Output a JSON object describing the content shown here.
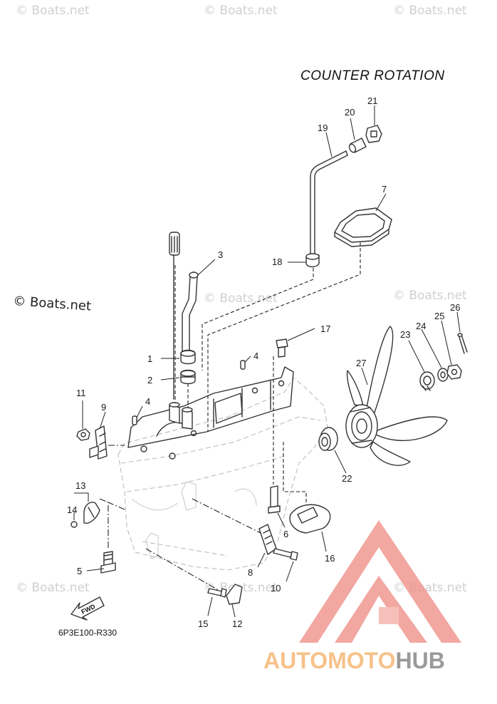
{
  "diagram": {
    "heading": "COUNTER ROTATION",
    "drawing_code": "6P3E100-R330",
    "fwd_label": "FWD",
    "watermark_small": "© Boats.net",
    "watermark_large": "© Boats.net",
    "brand_logo": {
      "text_primary": "AUTOMOTO",
      "text_secondary": "HUB",
      "color_primary": "#f6c28a",
      "color_secondary": "#9a9a9a",
      "triangle_color": "#f0928a"
    },
    "callouts": [
      {
        "id": "1",
        "label": "1"
      },
      {
        "id": "2",
        "label": "2"
      },
      {
        "id": "3",
        "label": "3"
      },
      {
        "id": "4a",
        "label": "4"
      },
      {
        "id": "4b",
        "label": "4"
      },
      {
        "id": "5",
        "label": "5"
      },
      {
        "id": "6",
        "label": "6"
      },
      {
        "id": "7",
        "label": "7"
      },
      {
        "id": "8",
        "label": "8"
      },
      {
        "id": "9",
        "label": "9"
      },
      {
        "id": "10",
        "label": "10"
      },
      {
        "id": "11",
        "label": "11"
      },
      {
        "id": "12",
        "label": "12"
      },
      {
        "id": "13",
        "label": "13"
      },
      {
        "id": "14",
        "label": "14"
      },
      {
        "id": "15",
        "label": "15"
      },
      {
        "id": "16",
        "label": "16"
      },
      {
        "id": "17",
        "label": "17"
      },
      {
        "id": "18",
        "label": "18"
      },
      {
        "id": "19",
        "label": "19"
      },
      {
        "id": "20",
        "label": "20"
      },
      {
        "id": "21",
        "label": "21"
      },
      {
        "id": "22",
        "label": "22"
      },
      {
        "id": "23",
        "label": "23"
      },
      {
        "id": "24",
        "label": "24"
      },
      {
        "id": "25",
        "label": "25"
      },
      {
        "id": "26",
        "label": "26"
      },
      {
        "id": "27",
        "label": "27"
      }
    ]
  }
}
